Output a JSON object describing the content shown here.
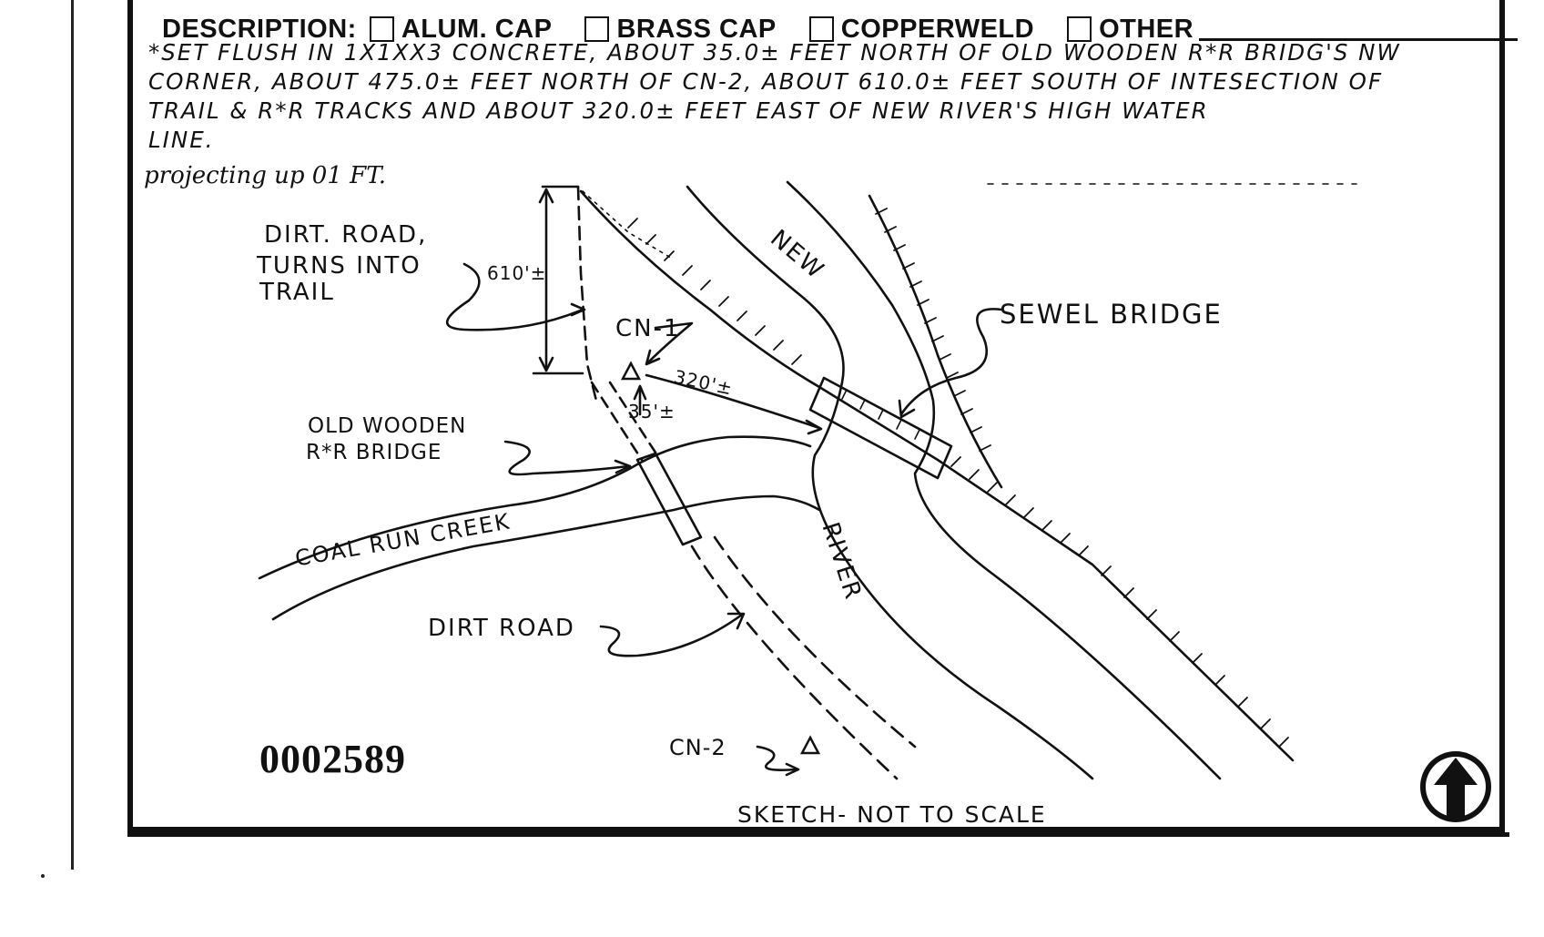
{
  "form": {
    "description_label": "DESCRIPTION:",
    "options": [
      "ALUM. CAP",
      "BRASS CAP",
      "COPPERWELD",
      "OTHER"
    ]
  },
  "note": {
    "line1": "*SET FLUSH IN 1X1XX3 CONCRETE, ABOUT 35.0± FEET NORTH OF OLD WOODEN R*R BRIDG'S NW",
    "line2": "CORNER, ABOUT 475.0± FEET NORTH OF CN-2, ABOUT 610.0± FEET SOUTH OF INTESECTION OF",
    "line3": "TRAIL & R*R TRACKS AND ABOUT 320.0± FEET EAST OF NEW RIVER'S HIGH WATER",
    "line4": "LINE."
  },
  "projecting": "projecting up 01 FT.",
  "sketch": {
    "dirt_road_trail_1": "DIRT. ROAD,",
    "dirt_road_trail_2": "TURNS INTO",
    "dirt_road_trail_3": "TRAIL",
    "dist_610": "610'±",
    "cn1": "CN-1",
    "dist_320": "320'±",
    "dist_35": "35'±",
    "old_bridge_1": "OLD WOODEN",
    "old_bridge_2": "R*R BRIDGE",
    "new": "NEW",
    "river": "RIVER",
    "sewel_bridge": "SEWEL BRIDGE",
    "creek": "COAL RUN CREEK",
    "dirt_road": "DIRT ROAD",
    "cn2": "CN-2"
  },
  "number": "0002589",
  "caption": "SKETCH- NOT TO SCALE",
  "icons": {
    "north": "north-arrow-icon",
    "station": "triangle-station-icon"
  }
}
